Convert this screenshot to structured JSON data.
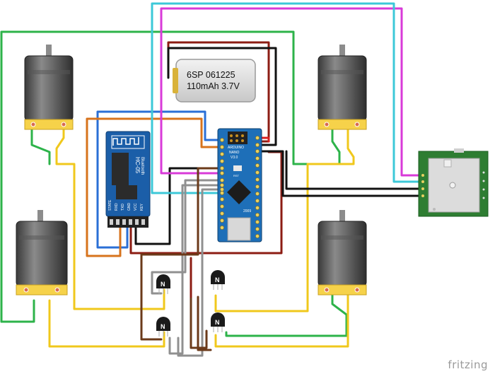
{
  "battery": {
    "line1": "6SP 061225",
    "line2": "110mAh 3.7V"
  },
  "bluetooth": {
    "model": "HC-05",
    "subtitle": "Bluetooth",
    "pins": [
      "STATE",
      "RXD",
      "TXD",
      "GND",
      "VCC",
      "KEY"
    ]
  },
  "arduino": {
    "brand": "ARDUINO",
    "board": "NANO",
    "version": "V3.0",
    "year": "2009",
    "reset": "RST"
  },
  "transistor": {
    "label": "N"
  },
  "watermark": "fritzing",
  "colors": {
    "green": "#2db34a",
    "yellow": "#f0c81c",
    "blue": "#2a6fd6",
    "orange": "#d7731c",
    "darkred": "#8c1c13",
    "black": "#111111",
    "gray": "#909090",
    "magenta": "#d83ad8",
    "cyan": "#3cc8d8",
    "red": "#d82020",
    "brown": "#6b3a1a",
    "board_blue": "#1e6fb8",
    "gps_green": "#2e7d32"
  }
}
